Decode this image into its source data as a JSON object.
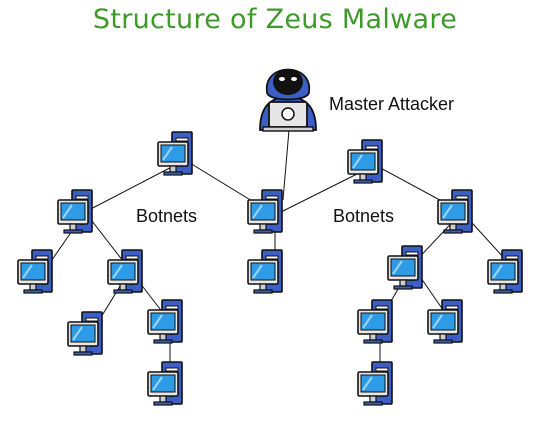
{
  "title": "Structure of Zeus Malware",
  "labels": {
    "attacker": "Master Attacker",
    "botnets_left": "Botnets",
    "botnets_right": "Botnets"
  },
  "colors": {
    "title": "#3f9a2c",
    "screen": "#2e9be6",
    "tower": "#3b5fc4",
    "outline": "#111111",
    "attacker_hood": "#3b5fc4"
  },
  "icons": {
    "attacker": "hacker-with-laptop-icon",
    "node": "desktop-computer-icon"
  }
}
